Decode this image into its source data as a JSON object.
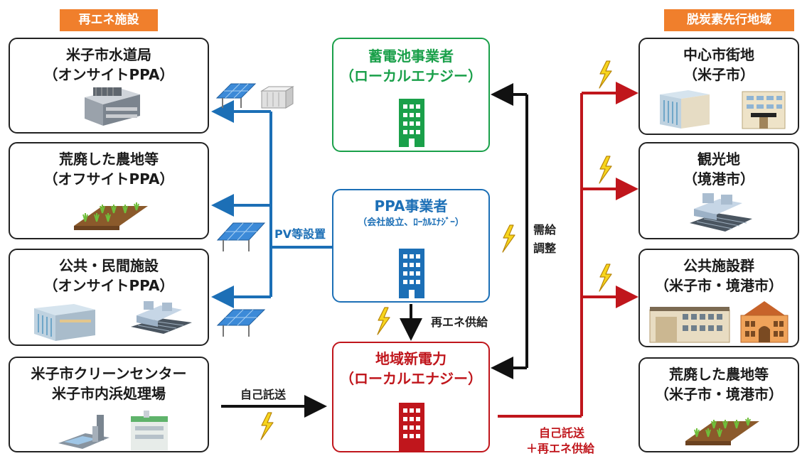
{
  "headers": {
    "left": "再エネ施設",
    "right": "脱炭素先行地域",
    "color": "#f07f2c"
  },
  "left_boxes": [
    {
      "title": "米子市水道局",
      "subtitle": "（オンサイトPPA）"
    },
    {
      "title": "荒廃した農地等",
      "subtitle": "（オフサイトPPA）"
    },
    {
      "title": "公共・民間施設",
      "subtitle": "（オンサイトPPA）"
    },
    {
      "title": "米子市クリーンセンター",
      "subtitle": "米子市内浜処理場"
    }
  ],
  "center_boxes": {
    "storage": {
      "title": "蓄電池事業者",
      "subtitle": "（ローカルエナジー）",
      "color": "#1aa04a"
    },
    "ppa": {
      "title": "PPA事業者",
      "subtitle": "（会社設立、ﾛｰｶﾙｴﾅｼﾞｰ）",
      "color": "#1c6fb6"
    },
    "power": {
      "title": "地域新電力",
      "subtitle": "（ローカルエナジー）",
      "color": "#c0161c"
    }
  },
  "right_boxes": [
    {
      "title": "中心市街地",
      "subtitle": "（米子市）"
    },
    {
      "title": "観光地",
      "subtitle": "（境港市）"
    },
    {
      "title": "公共施設群",
      "subtitle": "（米子市・境港市）"
    },
    {
      "title": "荒廃した農地等",
      "subtitle": "（米子市・境港市）"
    }
  ],
  "flow_labels": {
    "pv_install": "PV等設置",
    "supply_adjust_1": "需給",
    "supply_adjust_2": "調整",
    "renewable_supply": "再エネ供給",
    "self_wheeling": "自己託送",
    "self_wheeling_supply_1": "自己託送",
    "self_wheeling_supply_2": "＋再エネ供給"
  },
  "colors": {
    "blue_line": "#1c6fb6",
    "red_line": "#c0161c",
    "black_line": "#111111",
    "bolt": "#f7d51d"
  }
}
